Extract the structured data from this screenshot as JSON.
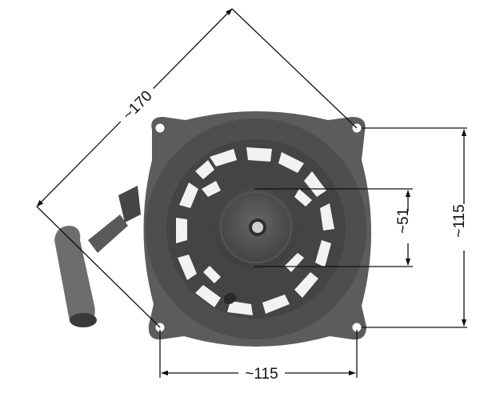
{
  "diagram": {
    "subject": "Recoil starter assembly with pull handle",
    "dimensions": {
      "diagonal": {
        "label": "~170",
        "description": "diagonal hole-to-hole distance"
      },
      "height": {
        "label": "~115",
        "description": "vertical mounting hole spacing"
      },
      "width": {
        "label": "~115",
        "description": "horizontal mounting hole spacing"
      },
      "hub": {
        "label": "~51",
        "description": "center hub diameter"
      }
    },
    "colors": {
      "background": "#ffffff",
      "line": "#111111",
      "housing": "#5f5f5f",
      "housing_dark": "#3d3d3d",
      "ring": "#4a4a4a",
      "handle": "#6a6a6a"
    }
  }
}
